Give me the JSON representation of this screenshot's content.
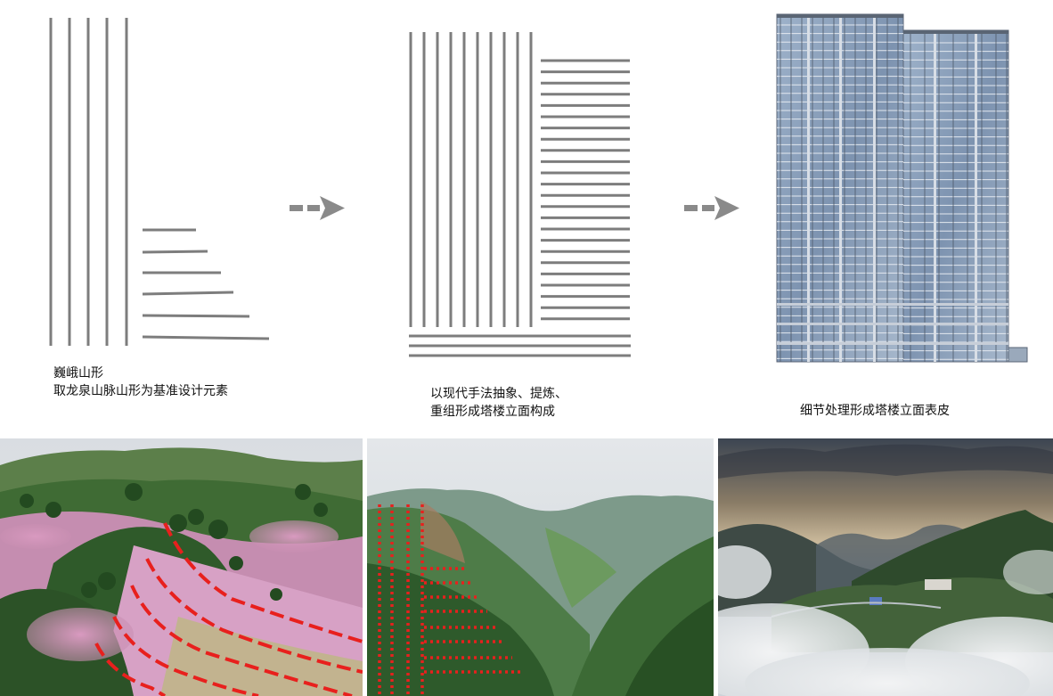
{
  "captions": {
    "step1_title": "巍峨山形",
    "step1_desc": "取龙泉山脉山形为基准设计元素",
    "step2_line1": "以现代手法抽象、提炼、",
    "step2_line2": "重组形成塔楼立面构成",
    "step3": "细节处理形成塔楼立面表皮"
  },
  "colors": {
    "line_gray": "#7d7d7d",
    "arrow_gray": "#8a8a8a",
    "overlay_red": "#e8201d",
    "facade_blue": "#8fa3bd"
  },
  "photos": [
    {
      "id": "photo-blossom-hillside",
      "subject": "hillside with pink blossoms and red dashed contour lines"
    },
    {
      "id": "photo-mountain-valley",
      "subject": "green mountain valley with red dotted vertical and horizontal lines"
    },
    {
      "id": "photo-sea-of-clouds",
      "subject": "mountain village above a sea of clouds at dusk"
    }
  ]
}
